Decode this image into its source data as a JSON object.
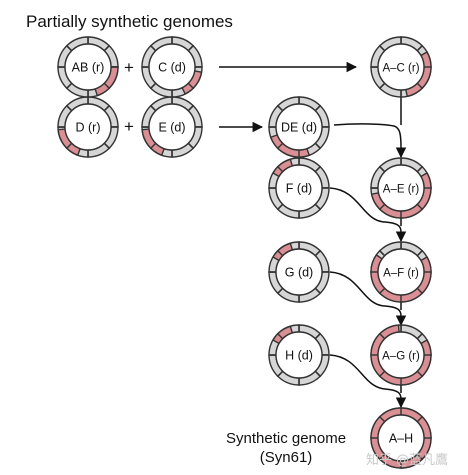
{
  "title": "Partially synthetic genomes",
  "final_label": {
    "line1": "Synthetic genome",
    "line2": "(Syn61)"
  },
  "watermark": "知乎 @蓝凡鷹",
  "colors": {
    "segment_fill": "#d6d6d6",
    "segment_stroke": "#333333",
    "synthetic_fill": "#d98f93",
    "arrow": "#111111"
  },
  "plasmids": [
    {
      "id": "AB",
      "label": "AB (r)",
      "synthetic_fraction": 0.2
    },
    {
      "id": "C",
      "label": "C (d)",
      "synthetic_fraction": 0.15
    },
    {
      "id": "D",
      "label": "D (r)",
      "synthetic_fraction": 0.18
    },
    {
      "id": "E",
      "label": "E (d)",
      "synthetic_fraction": 0.18
    },
    {
      "id": "DE",
      "label": "DE (d)",
      "synthetic_fraction": 0.25
    },
    {
      "id": "A-C",
      "label": "A–C (r)",
      "synthetic_fraction": 0.3
    },
    {
      "id": "F",
      "label": "F (d)",
      "synthetic_fraction": 0.12
    },
    {
      "id": "A-E",
      "label": "A–E (r)",
      "synthetic_fraction": 0.55
    },
    {
      "id": "G",
      "label": "G (d)",
      "synthetic_fraction": 0.12
    },
    {
      "id": "A-F",
      "label": "A–F (r)",
      "synthetic_fraction": 0.68
    },
    {
      "id": "H",
      "label": "H (d)",
      "synthetic_fraction": 0.12
    },
    {
      "id": "A-G",
      "label": "A–G (r)",
      "synthetic_fraction": 0.82
    },
    {
      "id": "A-H",
      "label": "A–H",
      "synthetic_fraction": 1.0
    }
  ],
  "operators": {
    "plus1": "+",
    "plus2": "+"
  }
}
